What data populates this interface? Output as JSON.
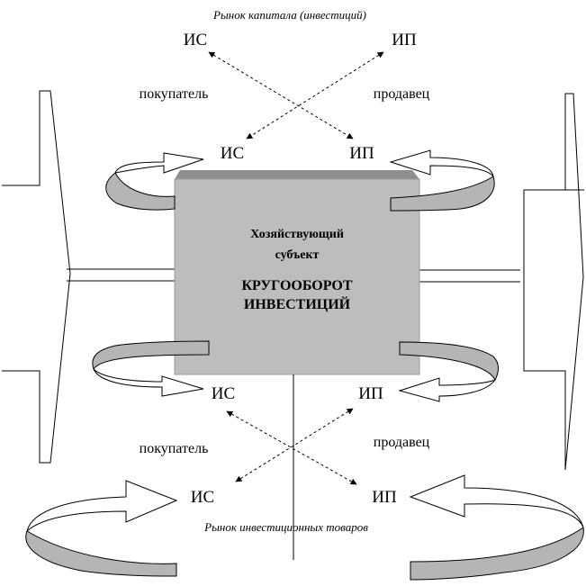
{
  "labels": {
    "top_title": "Рынок капитала (инвестиций)",
    "bottom_title": "Рынок инвестиционных товаров",
    "is": "ИС",
    "ip": "ИП",
    "buyer": "покупатель",
    "seller": "продавец",
    "subject_line1": "Хозяйствующий",
    "subject_line2": "субъект",
    "circ_line1": "КРУГООБОРОТ",
    "circ_line2": "ИНВЕСТИЦИЙ"
  },
  "colors": {
    "box_fill": "#bdbdbd",
    "box_edge": "#8f8f8f",
    "ribbon_fill": "#ffffff",
    "ribbon_shade": "#b5b5b5",
    "stroke": "#000000"
  }
}
